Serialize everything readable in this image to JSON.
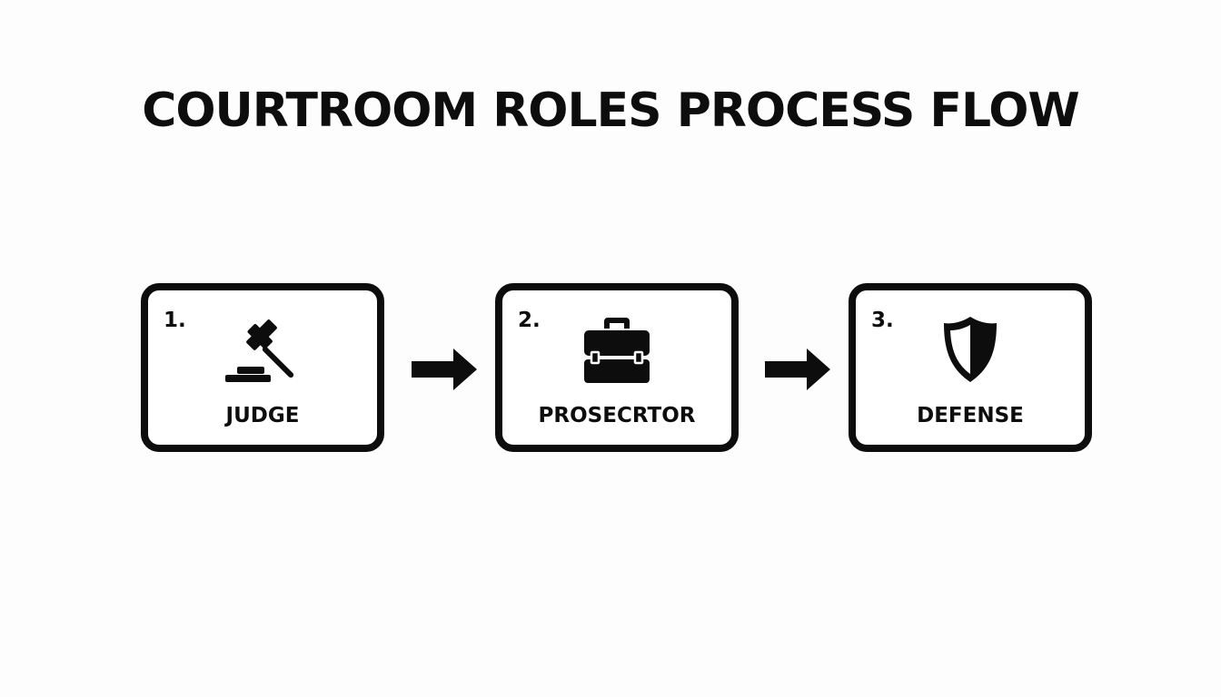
{
  "title": "COURTROOM ROLES PROCESS FLOW",
  "steps": [
    {
      "number": "1.",
      "label": "JUDGE",
      "icon": "gavel-icon"
    },
    {
      "number": "2.",
      "label": "PROSECRTOR",
      "icon": "briefcase-icon"
    },
    {
      "number": "3.",
      "label": "DEFENSE",
      "icon": "shield-icon"
    }
  ],
  "connectors": [
    {
      "from": "1.",
      "to": "2.",
      "icon": "arrow-right-icon"
    },
    {
      "from": "2.",
      "to": "3.",
      "icon": "arrow-right-icon"
    }
  ],
  "colors": {
    "background": "#fdfdfd",
    "ink": "#0d0d0d",
    "box_fill": "#ffffff"
  }
}
